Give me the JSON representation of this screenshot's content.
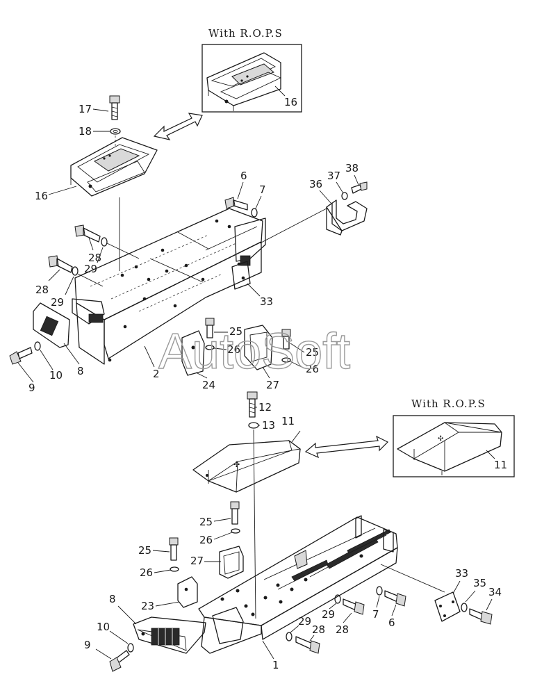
{
  "insets": {
    "top_caption": "With R.O.P.S",
    "bottom_caption": "With R.O.P.S"
  },
  "watermark": "AutoSoft",
  "callouts": {
    "c17": "17",
    "c18": "18",
    "c16a": "16",
    "c16b": "16",
    "c6a": "6",
    "c7a": "7",
    "c36": "36",
    "c37": "37",
    "c38": "38",
    "c28a": "28",
    "c29a": "29",
    "c28b": "28",
    "c29b": "29",
    "c33a": "33",
    "c25a": "25",
    "c26a": "26",
    "c25b": "25",
    "c26b": "26",
    "c9a": "9",
    "c10a": "10",
    "c8a": "8",
    "c2": "2",
    "c24": "24",
    "c27a": "27",
    "c12": "12",
    "c13": "13",
    "c11a": "11",
    "c11b": "11",
    "c25c": "25",
    "c26c": "26",
    "c25d": "25",
    "c26d": "26",
    "c27b": "27",
    "c23": "23",
    "c8b": "8",
    "c10b": "10",
    "c9b": "9",
    "c29c": "29",
    "c28c": "28",
    "c29d": "29",
    "c28d": "28",
    "c7b": "7",
    "c6b": "6",
    "c1": "1",
    "c33b": "33",
    "c35": "35",
    "c34": "34"
  }
}
